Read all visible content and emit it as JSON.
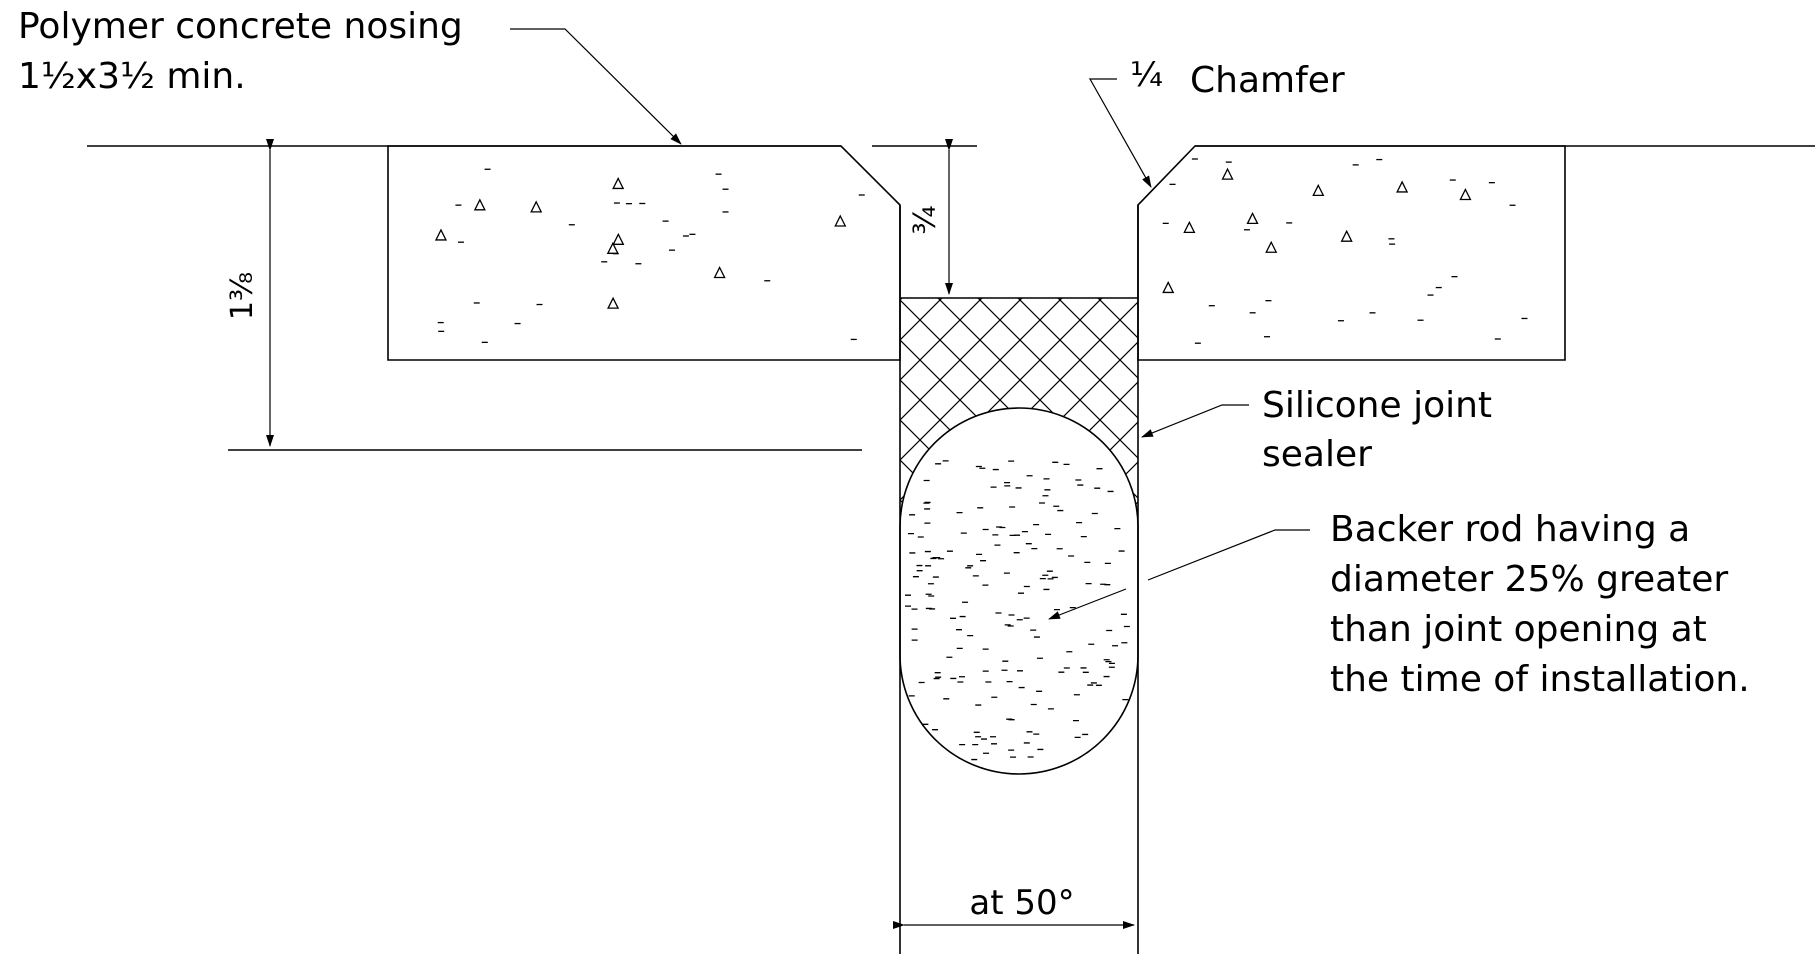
{
  "labels": {
    "nosing_line1": "Polymer concrete nosing",
    "nosing_line2": "1½x3½ min.",
    "chamfer_value": "¼",
    "chamfer_text": "Chamfer",
    "depth_top": "¾",
    "depth_total": "1⅜",
    "silicone_line1": "Silicone joint",
    "silicone_line2": "sealer",
    "backer_line1": "Backer rod having a",
    "backer_line2": "diameter 25% greater",
    "backer_line3": "than joint opening at",
    "backer_line4": "the time of installation.",
    "opening": "at 50°"
  }
}
